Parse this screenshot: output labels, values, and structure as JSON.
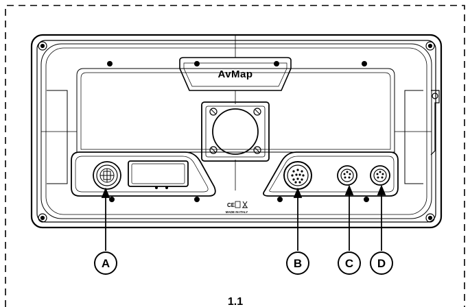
{
  "device": {
    "brand": "AvMap",
    "cert_marks": "CE",
    "made_in": "MADE IN ITALY"
  },
  "callouts": [
    {
      "id": "A",
      "label": "A"
    },
    {
      "id": "B",
      "label": "B"
    },
    {
      "id": "C",
      "label": "C"
    },
    {
      "id": "D",
      "label": "D"
    }
  ],
  "figure": {
    "number": "1.1"
  },
  "colors": {
    "line": "#000000",
    "background": "#ffffff"
  }
}
